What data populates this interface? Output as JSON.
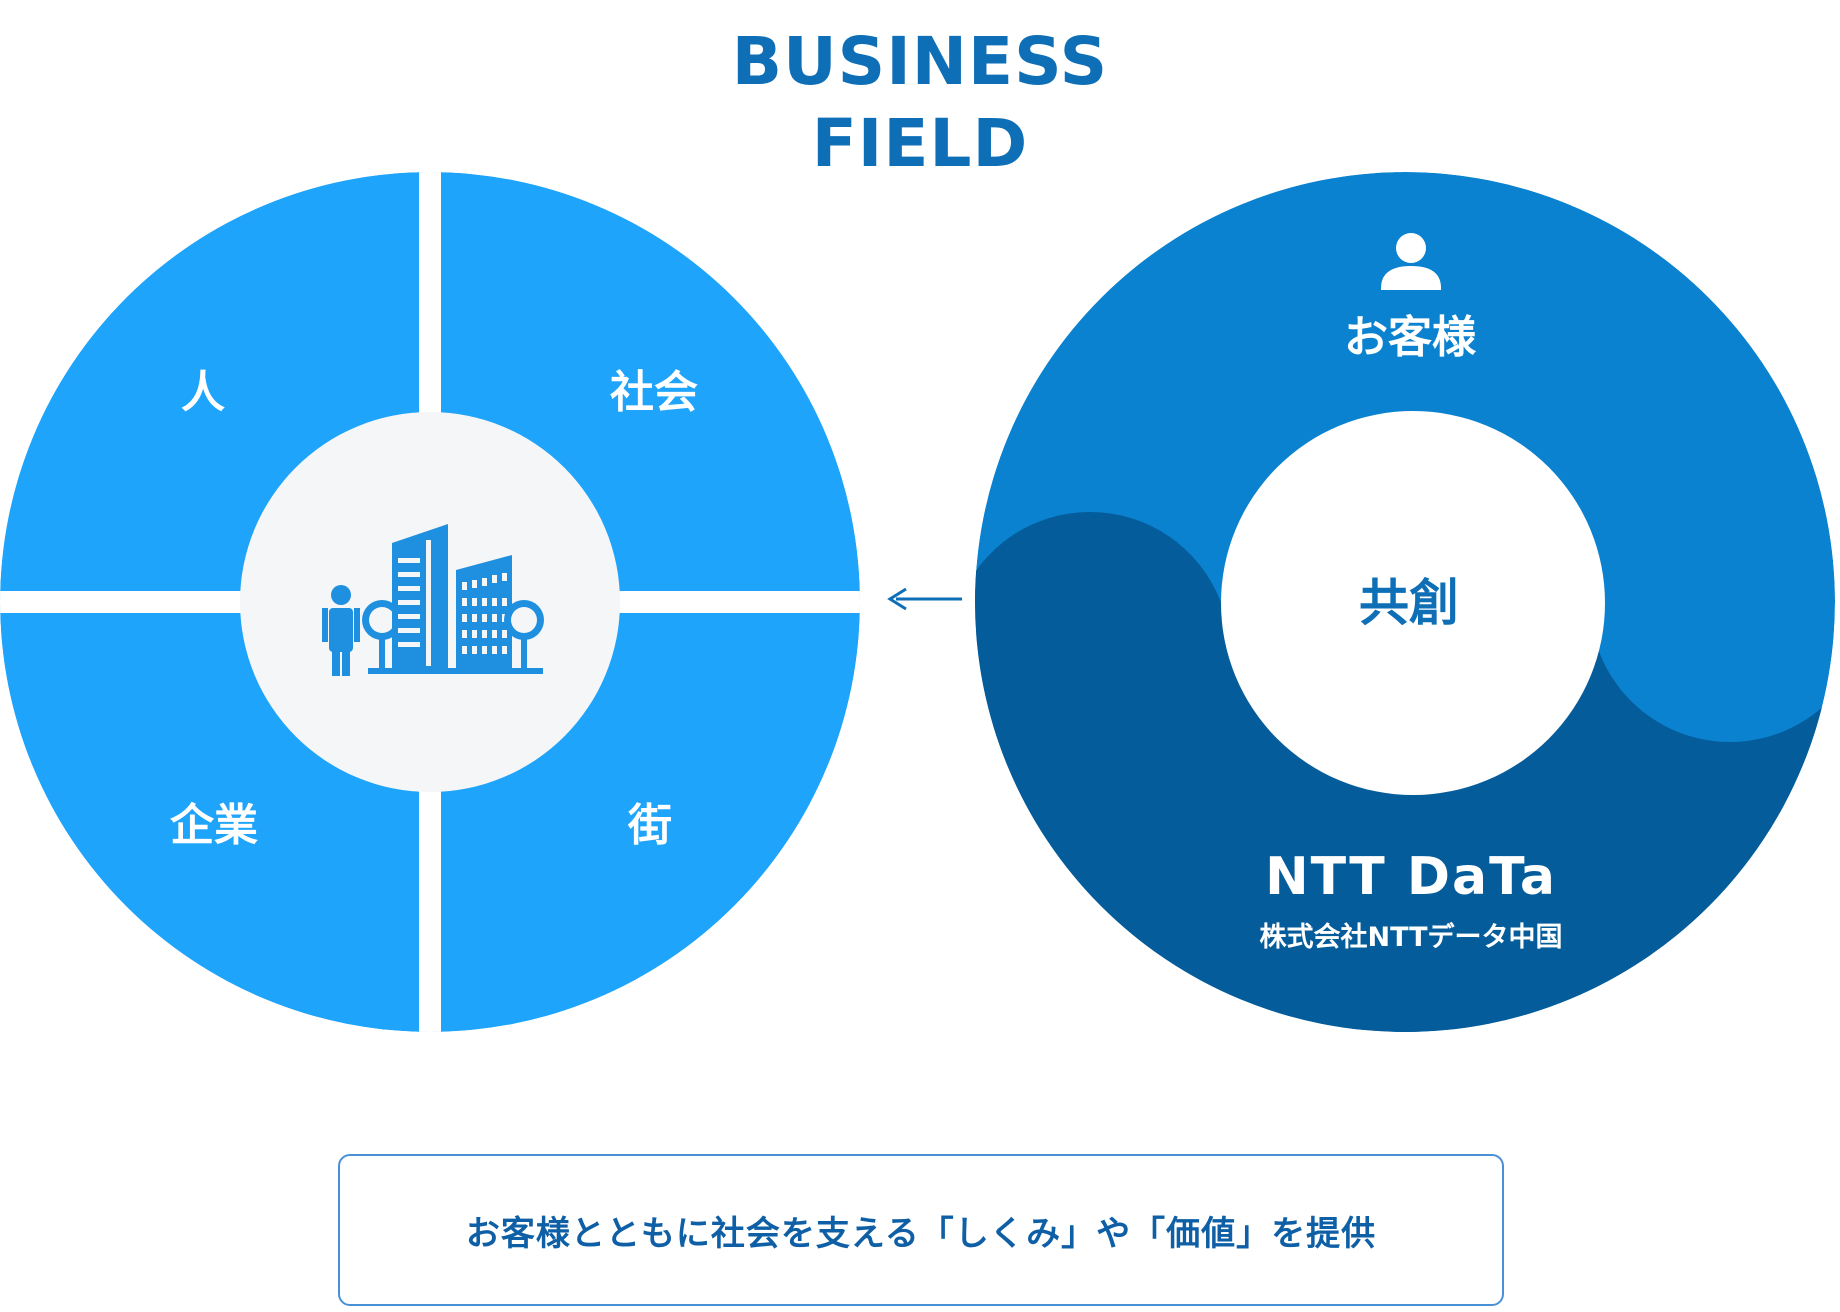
{
  "title": {
    "line1": "BUSINESS",
    "line2": "FIELD"
  },
  "left_circle": {
    "quadrants": {
      "top_left": "人",
      "top_right": "社会",
      "bottom_left": "企業",
      "bottom_right": "街"
    },
    "center_icon": "city-people-icon"
  },
  "right_circle": {
    "top_icon": "person-icon",
    "top_label": "お客様",
    "center_label": "共創",
    "logo_text": "NTT DaTa",
    "company_name": "株式会社NTTデータ中国"
  },
  "arrow_icon": "arrow-left-icon",
  "bottom_box": {
    "text": "お客様とともに社会を支える「しくみ」や「価値」を提供"
  },
  "colors": {
    "title": "#0e6fb7",
    "quadrant": "#1ea4fb",
    "center_circle": "#f5f6f7",
    "right_top": "#0a82cf",
    "right_bottom": "#055c9a",
    "box_border": "#4a90d6",
    "box_text": "#0e5fa5"
  }
}
